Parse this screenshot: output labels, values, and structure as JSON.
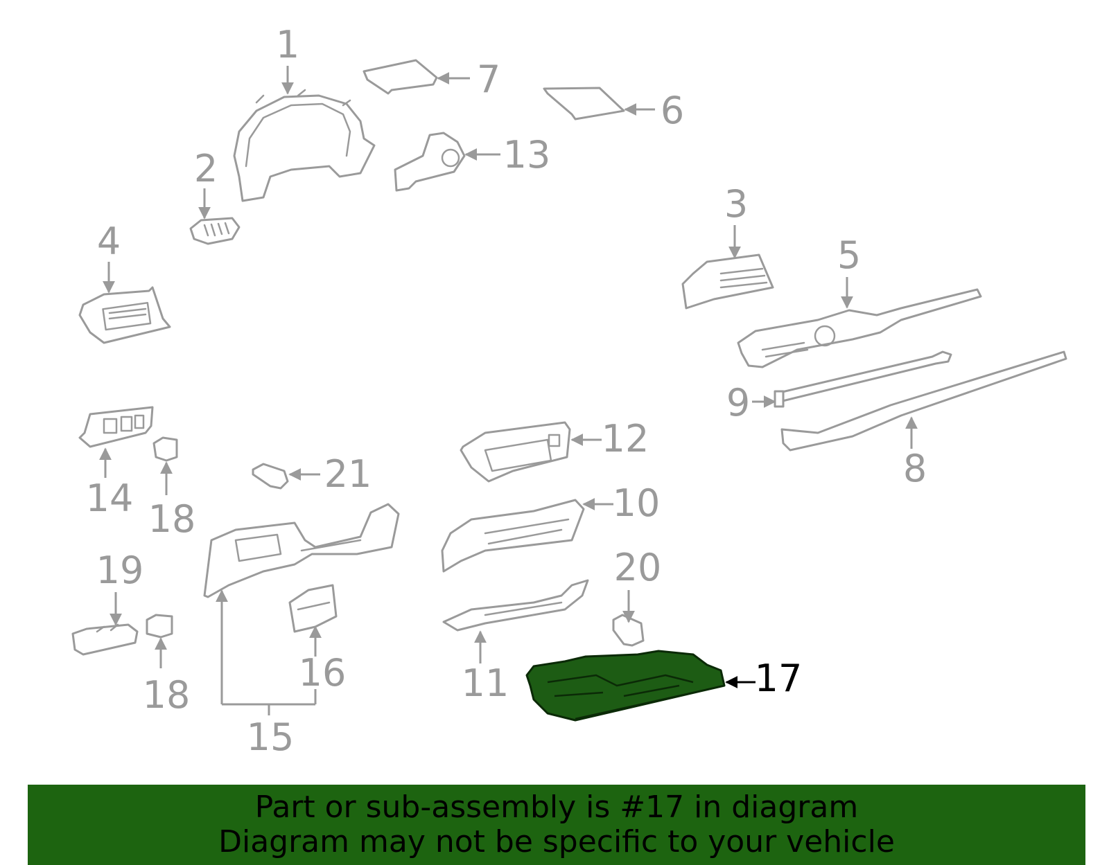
{
  "callouts": {
    "c1": "1",
    "c2": "2",
    "c3": "3",
    "c4": "4",
    "c5": "5",
    "c6": "6",
    "c7": "7",
    "c8": "8",
    "c9": "9",
    "c10": "10",
    "c11": "11",
    "c12": "12",
    "c13": "13",
    "c14": "14",
    "c15": "15",
    "c16": "16",
    "c17": "17",
    "c18a": "18",
    "c18b": "18",
    "c19": "19",
    "c20": "20",
    "c21": "21"
  },
  "highlight_part": "17",
  "colors": {
    "highlight_fill": "#1d5c14",
    "banner_bg": "#1d6410",
    "line_gray": "#9a9a9a"
  },
  "banner": {
    "line1": "Part or sub-assembly is #17 in diagram",
    "line2": "Diagram may not be specific to your vehicle"
  }
}
